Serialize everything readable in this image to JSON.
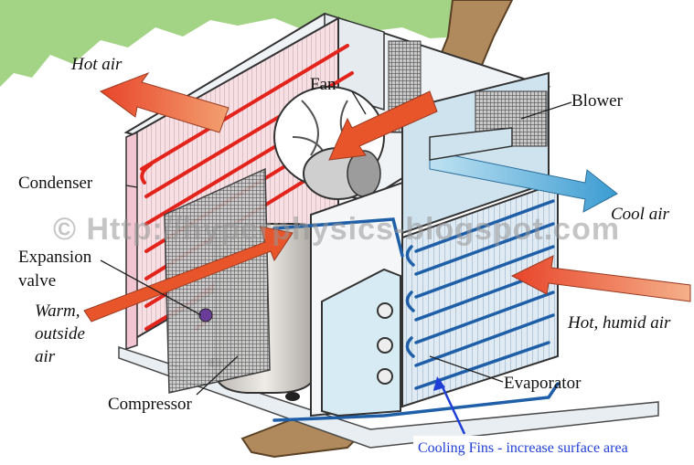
{
  "labels": {
    "hot_air": "Hot air",
    "fan": "Fan",
    "blower": "Blower",
    "condenser": "Condenser",
    "cool_air": "Cool air",
    "expansion_valve_1": "Expansion",
    "expansion_valve_2": "valve",
    "warm_1": "Warm,",
    "warm_2": "outside",
    "warm_3": "air",
    "hot_humid_air": "Hot, humid air",
    "evaporator": "Evaporator",
    "compressor": "Compressor"
  },
  "watermark": "© Http://hyperphysics-blogspot.com",
  "note": "Cooling Fins - increase surface area",
  "colors": {
    "refrigerant_hot": "#e3241d",
    "refrigerant_cold": "#1f5fa8",
    "hot_arrow": "#e8552a",
    "cool_arrow": "#4aa8d6",
    "casing": "#e4ecf2",
    "foliage": "#9dd17f",
    "trunk": "#b08a5c",
    "note_text": "#1f3fd6"
  },
  "icons": [
    "hot-air-arrow-icon",
    "cool-air-arrow-icon",
    "fan-icon",
    "compressor-icon"
  ]
}
